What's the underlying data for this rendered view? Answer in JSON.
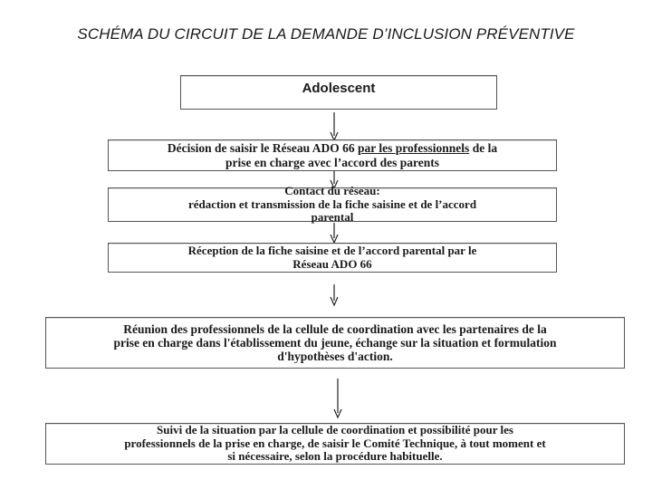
{
  "title": "SCHÉMA DU CIRCUIT DE LA DEMANDE  D’INCLUSION PRÉVENTIVE",
  "boxes": {
    "adolescent": "Adolescent",
    "decision": {
      "part1": "Décision de saisir le Réseau ADO 66  ",
      "underlined": "par les professionnels",
      "part2": " de la",
      "line2": "prise en charge avec l’accord des parents"
    },
    "contact": {
      "line1": "Contact du réseau:",
      "line2": "rédaction et transmission de la fiche saisine et de l’accord",
      "line3": "parental"
    },
    "reception": {
      "line1": "Réception de la fiche saisine et de l’accord parental par le",
      "line2": "Réseau ADO 66"
    },
    "reunion": {
      "line1": "Réunion des professionnels de la cellule de coordination avec les partenaires de la",
      "line2": "prise en charge dans l'établissement du jeune, échange sur la situation et formulation",
      "line3": "d'hypothèses d'action."
    },
    "suivi": {
      "line1": "Suivi de la situation par la cellule de coordination et possibilité pour les",
      "line2": "professionnels de la prise en charge, de saisir le Comité Technique, à tout moment et",
      "line3": "si nécessaire, selon la procédure habituelle."
    }
  }
}
